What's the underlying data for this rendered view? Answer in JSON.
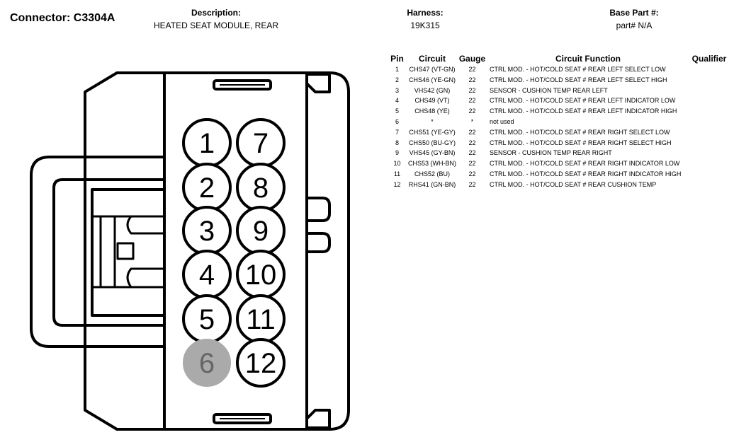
{
  "connector": {
    "title": "Connector: C3304A"
  },
  "description": {
    "label": "Description:",
    "value": "HEATED SEAT MODULE, REAR"
  },
  "harness": {
    "label": "Harness:",
    "value": "19K315"
  },
  "base_part": {
    "label": "Base Part #:",
    "value": "part# N/A"
  },
  "table": {
    "headers": {
      "pin": "Pin",
      "circuit": "Circuit",
      "gauge": "Gauge",
      "function": "Circuit Function",
      "qualifier": "Qualifier"
    },
    "rows": [
      {
        "pin": "1",
        "circuit": "CHS47 (VT-GN)",
        "gauge": "22",
        "function": "CTRL MOD. - HOT/COLD SEAT # REAR LEFT SELECT LOW",
        "qualifier": ""
      },
      {
        "pin": "2",
        "circuit": "CHS46 (YE-GN)",
        "gauge": "22",
        "function": "CTRL MOD. - HOT/COLD SEAT # REAR LEFT SELECT HIGH",
        "qualifier": ""
      },
      {
        "pin": "3",
        "circuit": "VHS42 (GN)",
        "gauge": "22",
        "function": "SENSOR - CUSHION TEMP REAR LEFT",
        "qualifier": ""
      },
      {
        "pin": "4",
        "circuit": "CHS49 (VT)",
        "gauge": "22",
        "function": "CTRL MOD. - HOT/COLD SEAT # REAR LEFT INDICATOR LOW",
        "qualifier": ""
      },
      {
        "pin": "5",
        "circuit": "CHS48 (YE)",
        "gauge": "22",
        "function": "CTRL MOD. - HOT/COLD SEAT # REAR LEFT INDICATOR HIGH",
        "qualifier": ""
      },
      {
        "pin": "6",
        "circuit": "*",
        "gauge": "*",
        "function": "not used",
        "qualifier": ""
      },
      {
        "pin": "7",
        "circuit": "CHS51 (YE-GY)",
        "gauge": "22",
        "function": "CTRL MOD. - HOT/COLD SEAT # REAR RIGHT SELECT LOW",
        "qualifier": ""
      },
      {
        "pin": "8",
        "circuit": "CHS50 (BU-GY)",
        "gauge": "22",
        "function": "CTRL MOD. - HOT/COLD SEAT # REAR RIGHT SELECT HIGH",
        "qualifier": ""
      },
      {
        "pin": "9",
        "circuit": "VHS45 (GY-BN)",
        "gauge": "22",
        "function": "SENSOR - CUSHION TEMP REAR RIGHT",
        "qualifier": ""
      },
      {
        "pin": "10",
        "circuit": "CHS53 (WH-BN)",
        "gauge": "22",
        "function": "CTRL MOD. - HOT/COLD SEAT # REAR RIGHT INDICATOR LOW",
        "qualifier": ""
      },
      {
        "pin": "11",
        "circuit": "CHS52 (BU)",
        "gauge": "22",
        "function": "CTRL MOD. - HOT/COLD SEAT # REAR RIGHT INDICATOR HIGH",
        "qualifier": ""
      },
      {
        "pin": "12",
        "circuit": "RHS41 (GN-BN)",
        "gauge": "22",
        "function": "CTRL MOD. - HOT/COLD SEAT # REAR CUSHION TEMP",
        "qualifier": ""
      }
    ]
  },
  "diagram": {
    "pins": [
      {
        "label": "1",
        "used": true
      },
      {
        "label": "2",
        "used": true
      },
      {
        "label": "3",
        "used": true
      },
      {
        "label": "4",
        "used": true
      },
      {
        "label": "5",
        "used": true
      },
      {
        "label": "6",
        "used": false
      },
      {
        "label": "7",
        "used": true
      },
      {
        "label": "8",
        "used": true
      },
      {
        "label": "9",
        "used": true
      },
      {
        "label": "10",
        "used": true
      },
      {
        "label": "11",
        "used": true
      },
      {
        "label": "12",
        "used": true
      }
    ],
    "colors": {
      "line": "#000000",
      "unused_fill": "#aaaaaa",
      "unused_text": "#666666",
      "fill": "#ffffff"
    }
  }
}
